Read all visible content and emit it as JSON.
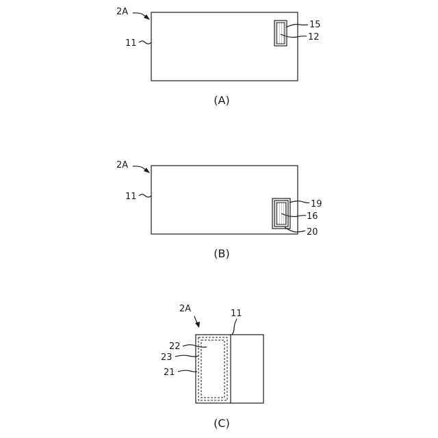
{
  "figure_a": {
    "caption": "(A)",
    "ref_device": "2A",
    "ref_body": "11",
    "ref_outer": "15",
    "ref_inner": "12"
  },
  "figure_b": {
    "caption": "(B)",
    "ref_device": "2A",
    "ref_body": "11",
    "ref_outer": "19",
    "ref_inner": "16",
    "ref_bottom": "20"
  },
  "figure_c": {
    "caption": "(C)",
    "ref_device": "2A",
    "ref_body": "11",
    "ref_22": "22",
    "ref_23": "23",
    "ref_21": "21"
  }
}
